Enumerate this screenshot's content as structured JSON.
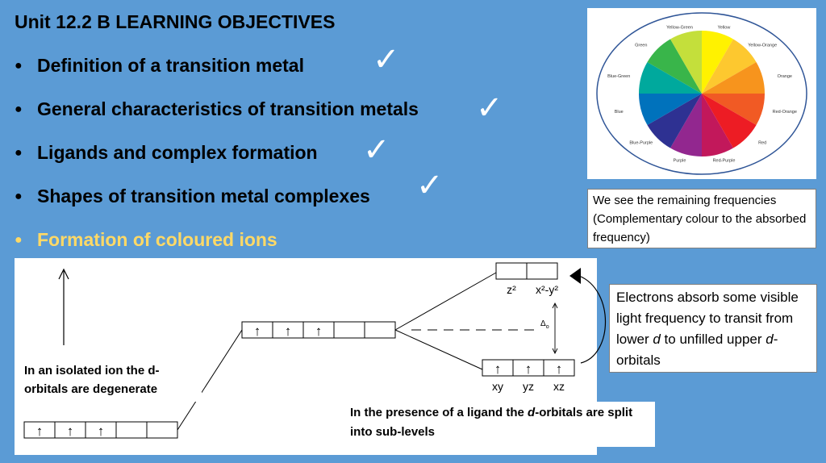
{
  "objectives": {
    "title": "Unit 12.2 B  LEARNING OBJECTIVES",
    "items": [
      {
        "label": "Definition of a transition metal",
        "checked": true
      },
      {
        "label": "General characteristics of transition metals",
        "checked": true
      },
      {
        "label": "Ligands and complex formation",
        "checked": true
      },
      {
        "label": "Shapes of transition metal complexes",
        "checked": true
      },
      {
        "label": "Formation of coloured ions",
        "checked": false
      }
    ],
    "bullet": "●",
    "check": "✓",
    "current_color": "#ffd966"
  },
  "colour_wheel": {
    "segments": [
      {
        "name": "Yellow",
        "color": "#fff200"
      },
      {
        "name": "Yellow-Orange",
        "color": "#fdc82f"
      },
      {
        "name": "Orange",
        "color": "#f7941d"
      },
      {
        "name": "Red-Orange",
        "color": "#f15a24"
      },
      {
        "name": "Red",
        "color": "#ed1c24"
      },
      {
        "name": "Red-Purple",
        "color": "#c2185b"
      },
      {
        "name": "Purple",
        "color": "#92278f"
      },
      {
        "name": "Blue-Purple",
        "color": "#2e3192"
      },
      {
        "name": "Blue",
        "color": "#0072bc"
      },
      {
        "name": "Blue-Green",
        "color": "#00a99d"
      },
      {
        "name": "Green",
        "color": "#39b54a"
      },
      {
        "name": "Yellow-Green",
        "color": "#c4df3b"
      }
    ]
  },
  "notes": {
    "remaining": "We see the remaining frequencies (Complementary colour to the absorbed frequency)",
    "electrons_pre": "Electrons absorb some visible light frequency to transit from lower ",
    "electrons_d1": "d",
    "electrons_mid": " to unfilled upper ",
    "electrons_d2": "d",
    "electrons_post": "-orbitals"
  },
  "diagram": {
    "isolated_label": "In an isolated ion the d-orbitals are degenerate",
    "ligand_pre": "In the presence of a ligand the ",
    "ligand_d": "d",
    "ligand_post": "-orbitals are split into sub-levels",
    "upper_labels": [
      "z²",
      "x²-y²"
    ],
    "lower_labels": [
      "xy",
      "yz",
      "xz"
    ],
    "delta_symbol": "Δ",
    "delta_sub": "o",
    "electron_arrow": "↑"
  }
}
